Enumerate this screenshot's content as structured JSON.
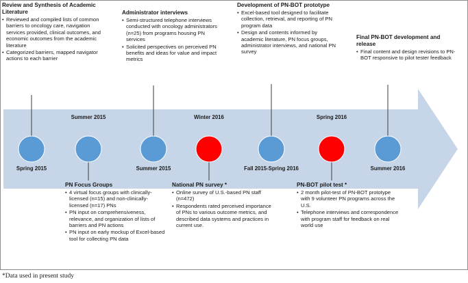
{
  "footnote": "*Data used in present study",
  "colors": {
    "arrow": "#c6d6e8",
    "completed": "#5b9bd5",
    "highlight": "#ff0000"
  },
  "milestones": [
    {
      "label": "Spring 2015",
      "type": "completed"
    },
    {
      "label": "Summer 2015",
      "type": "completed"
    },
    {
      "label": "Summer 2015",
      "type": "completed"
    },
    {
      "label": "Winter 2016",
      "type": "highlight"
    },
    {
      "label": "Fall 2015-Spring 2016",
      "type": "completed"
    },
    {
      "label": "Spring 2016",
      "type": "highlight"
    },
    {
      "label": "Summer 2016",
      "type": "completed"
    }
  ],
  "top_boxes": [
    {
      "title": "Review and Synthesis of Academic Literature",
      "bullets": [
        "Reviewed and compiled lists of common barriers to oncology care, navigation services provided, clinical outcomes, and economic outcomes from the academic literature",
        "Categorized barriers, mapped navigator actions to each barrier"
      ]
    },
    {
      "title": "Administrator interviews",
      "bullets": [
        "Semi-structured telephone interviews conducted with oncology administrators (n=25) from programs housing PN services",
        "Solicited perspectives on perceived PN benefits and ideas for value and impact metrics"
      ]
    },
    {
      "title": "Development of PN-BOT prototype",
      "bullets": [
        "Excel-based tool designed to facilitate collection, retrieval, and reporting of PN program data",
        "Design and contents informed by academic literature, PN focus groups, administrator interviews, and national PN survey"
      ]
    },
    {
      "title": "Final PN-BOT development and release",
      "bullets": [
        "Final content and design revisions to PN-BOT responsive to pilot tester feedback"
      ]
    }
  ],
  "bottom_boxes": [
    {
      "title": "PN Focus Groups",
      "bullets": [
        "4 virtual focus groups with clinically-licensed (n=15) and non-clinically-licensed (n=17) PNs",
        "PN input on comprehensiveness, relevance, and organization of lists of barriers and PN actions",
        "PN input on early mockup of Excel-based tool for collecting PN data"
      ]
    },
    {
      "title": "National PN survey *",
      "bullets": [
        "Online survey of U.S.-based PN staff (n=472)",
        "Respondents rated perceived importance of PNs to various outcome metrics, and described data systems and practices in current use."
      ]
    },
    {
      "title": "PN-BOT pilot test *",
      "bullets": [
        "2 month pilot-test of PN-BOT prototype with 9 volunteer PN programs across the U.S.",
        "Telephone interviews and correspondence with program staff for feedback on real world use"
      ]
    }
  ]
}
